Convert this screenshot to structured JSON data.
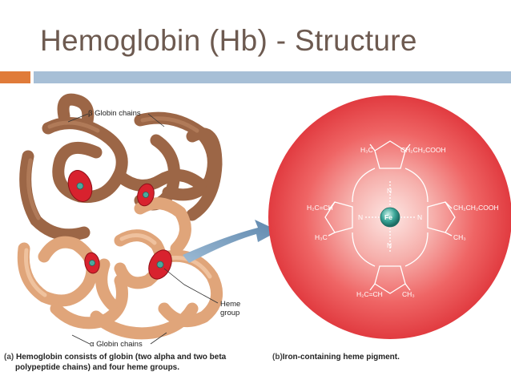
{
  "slide": {
    "title": "Hemoglobin (Hb) - Structure"
  },
  "figure_a": {
    "beta_label": "β Globin chains",
    "alpha_label": "α Globin chains",
    "heme_label_line1": "Heme",
    "heme_label_line2": "group",
    "caption_tag": "(a)",
    "caption_line1": "Hemoglobin consists of globin (two alpha and two beta",
    "caption_line2": "polypeptide chains) and four heme groups."
  },
  "figure_b": {
    "caption_tag": "(b)",
    "caption": "Iron-containing heme pigment.",
    "substituents": {
      "top_left": "H₃C",
      "top_right": "CH₂CH₂COOH",
      "left_upper": "H₂C=CH",
      "left_lower": "H₃C",
      "right_upper": "CH₂CH₂COOH",
      "right_lower": "CH₃",
      "bottom_left": "H₂C=CH",
      "bottom_right": "CH₃"
    },
    "atoms": {
      "n_top": "N",
      "n_left": "N",
      "n_right": "N",
      "n_bottom": "N",
      "center": "Fe"
    }
  },
  "colors": {
    "title": "#6d5a50",
    "accent_orange": "#e07b39",
    "accent_blue": "#a7bfd6",
    "beta_chain": "#a06a48",
    "alpha_chain": "#e3ac83",
    "heme_disc": "#d8222e",
    "heme_sphere": "#ee4b4f",
    "arrow": "#6f95b8"
  }
}
